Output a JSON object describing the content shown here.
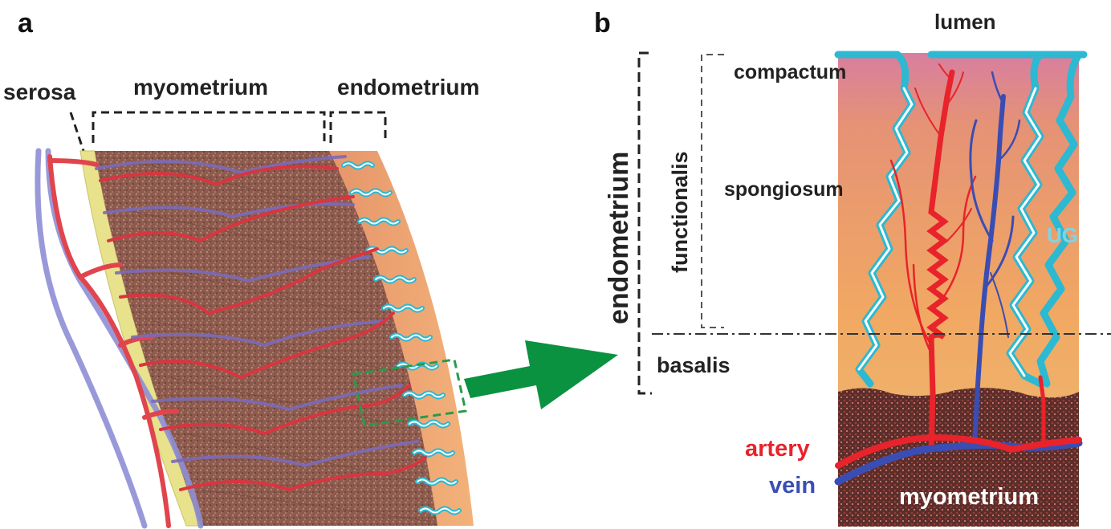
{
  "panel_a": {
    "letter": "a",
    "labels": {
      "serosa": "serosa",
      "myometrium": "myometrium",
      "endometrium": "endometrium"
    }
  },
  "panel_b": {
    "letter": "b",
    "labels": {
      "lumen": "lumen",
      "endometrium": "endometrium",
      "functionalis": "functionalis",
      "compactum": "compactum",
      "spongiosum": "spongiosum",
      "basalis": "basalis",
      "ug": "UG",
      "artery": "artery",
      "vein": "vein",
      "myometrium": "myometrium"
    }
  },
  "colors": {
    "artery": "#e8232b",
    "vein": "#3a4db3",
    "gland": "#2cb9d1",
    "serosa": "#e6e08a",
    "muscle": "#8a5a4c",
    "arrow": "#0a9240",
    "box": "#2a9a4a"
  }
}
